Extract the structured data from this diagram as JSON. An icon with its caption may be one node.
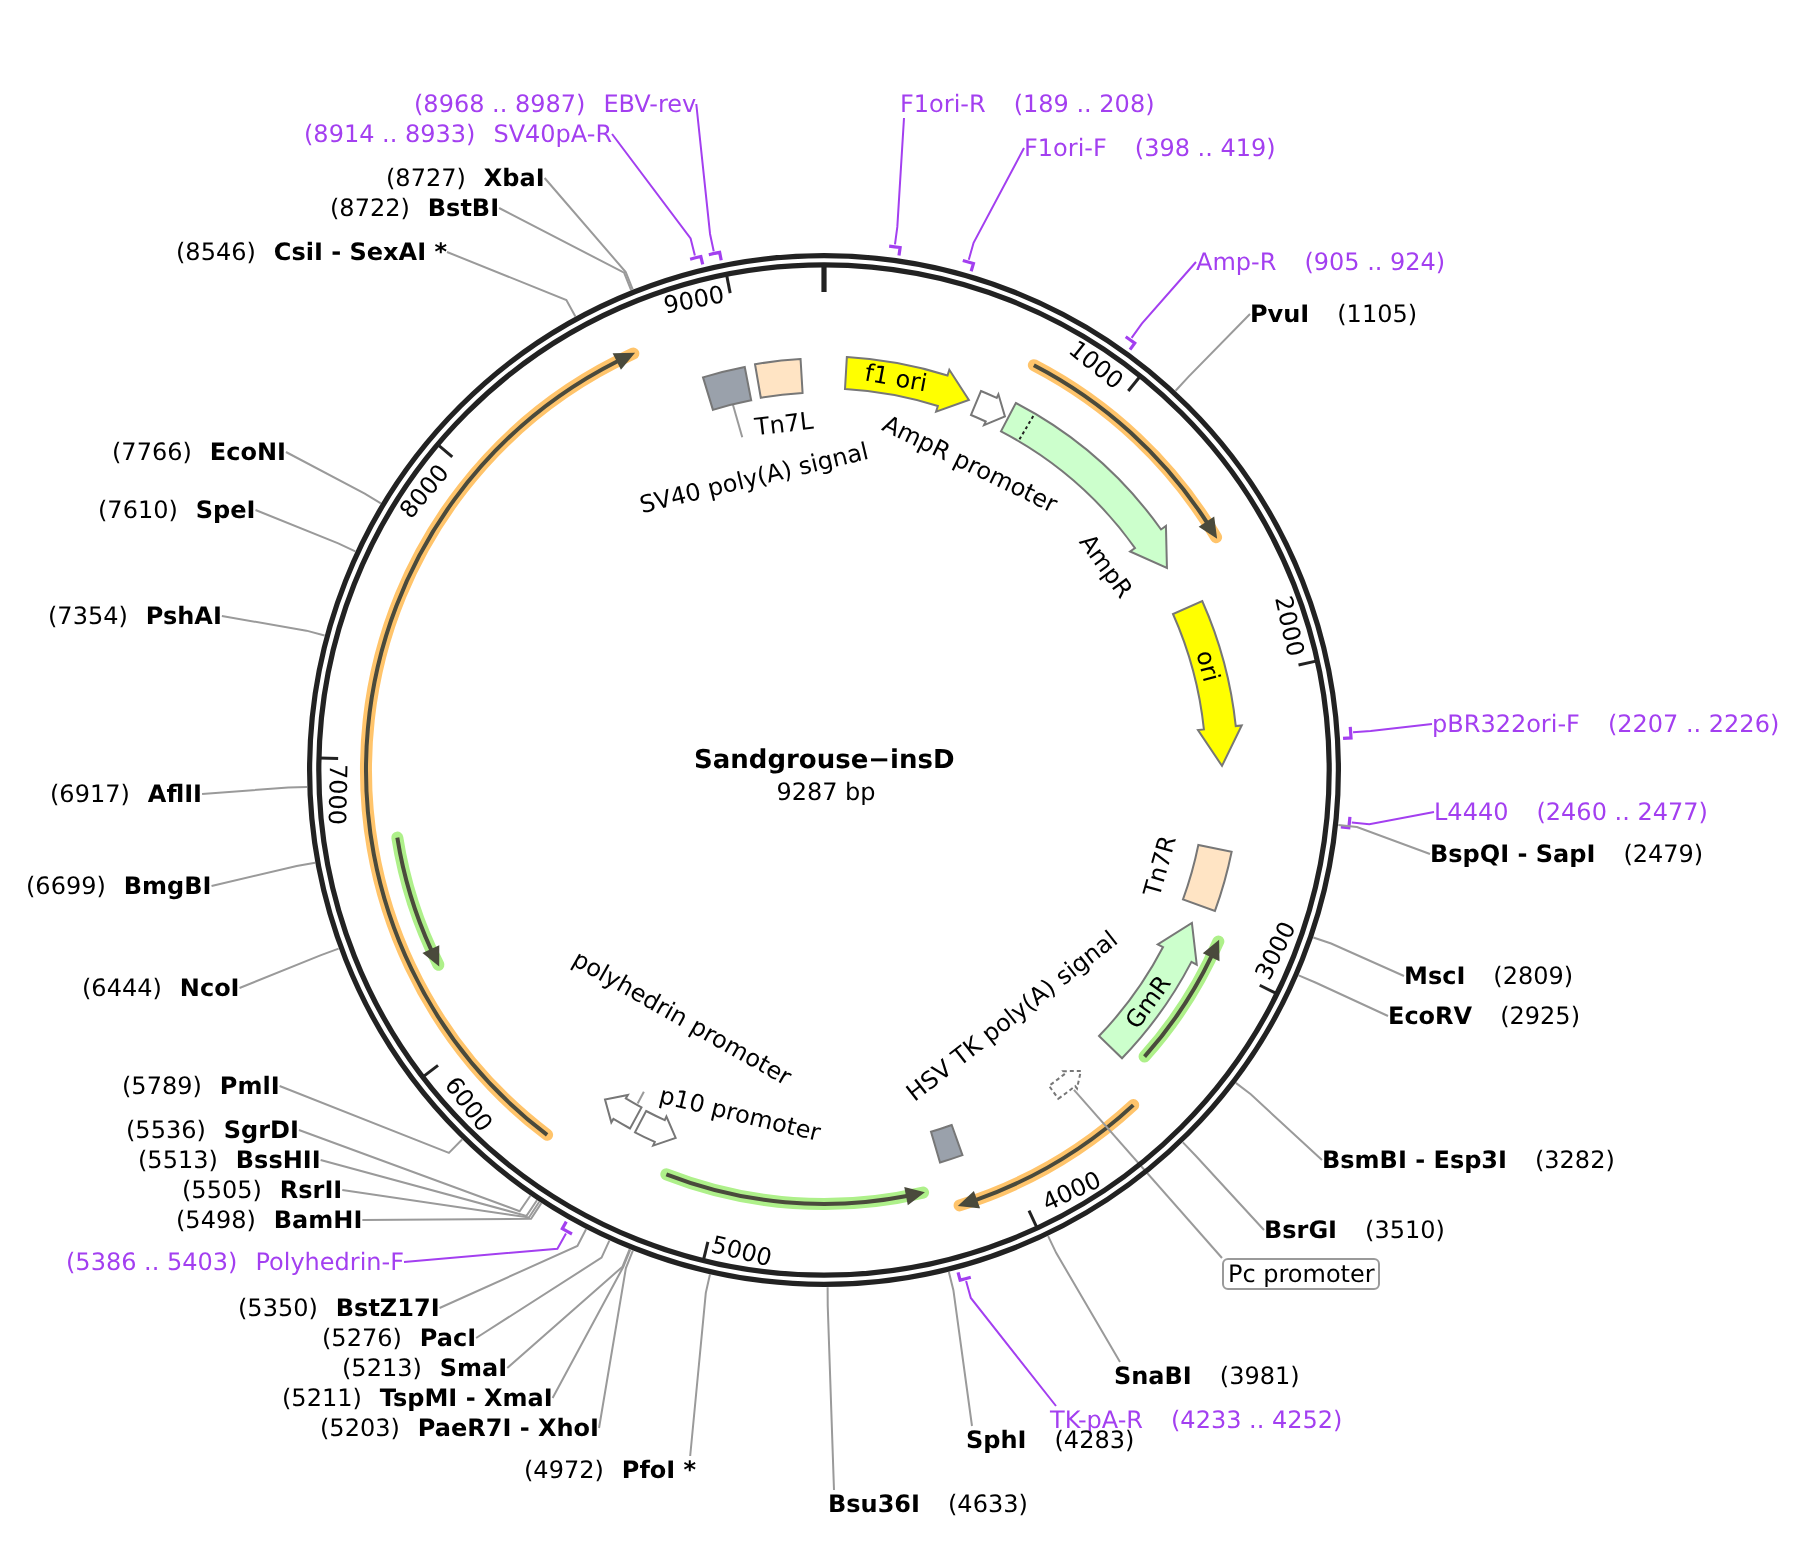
{
  "diagram": {
    "title": "Sandgrouse−insD",
    "nodes": [
      {
        "text": [],
        "shape": "circle"
      },
      {
        "text": [
          "F1ori-R",
          "(189 .. 208)"
        ]
      },
      {
        "text": [],
        "shape": "bar"
      },
      {
        "text": [
          "F1ori-F",
          "(398 .. 419)"
        ]
      },
      {
        "text": [],
        "shape": "bar"
      },
      {
        "text": [
          "Amp-R",
          "(905 .. 924)"
        ]
      },
      {
        "text": [],
        "shape": "bar"
      },
      {
        "text": [
          "PvuI",
          "(1105)"
        ]
      },
      {
        "text": [
          "pBR322ori-F",
          "(2207 .. 2226)"
        ]
      },
      {
        "text": [],
        "shape": "bar"
      },
      {
        "text": [
          "L4440",
          "(2460 .. 2477)"
        ]
      },
      {
        "text": [],
        "shape": "bar"
      },
      {
        "text": [
          "BspQI - SapI",
          "(2479)"
        ]
      },
      {
        "text": [
          "MscI",
          "(2809)"
        ]
      },
      {
        "text": [
          "EcoRV",
          "(2925)"
        ]
      },
      {
        "text": [
          "BsmBI - Esp3I",
          "(3282)"
        ]
      },
      {
        "text": [
          "BsrGI",
          "(3510)"
        ]
      },
      {
        "text": [
          "Pc promoter"
        ]
      },
      {
        "text": [
          "SnaBI",
          "(3981)"
        ]
      },
      {
        "text": [
          "TK-pA-R",
          "(4233 .. 4252)"
        ]
      },
      {
        "text": [],
        "shape": "bar"
      },
      {
        "text": [
          "SphI",
          "(4283)"
        ]
      },
      {
        "text": [
          "Bsu36I",
          "(4633)"
        ]
      },
      {
        "text": [
          "(4972)",
          "PfoI *"
        ]
      },
      {
        "text": [
          "(5203)",
          "PaeR7I - XhoI"
        ]
      },
      {
        "text": [
          "(5211)",
          "TspMI - XmaI"
        ]
      },
      {
        "text": [
          "(5213)",
          "SmaI"
        ]
      },
      {
        "text": [
          "(5276)",
          "PacI"
        ]
      },
      {
        "text": [
          "(5350)",
          "BstZ17I"
        ]
      },
      {
        "text": [
          "(5386 .. 5403)",
          "Polyhedrin-F"
        ]
      },
      {
        "text": [],
        "shape": "bar"
      },
      {
        "text": [
          "(5498)",
          "BamHI"
        ]
      },
      {
        "text": [
          "(5505)",
          "RsrII"
        ]
      },
      {
        "text": [
          "(5513)",
          "BssHII"
        ]
      },
      {
        "text": [
          "(5536)",
          "SgrDI"
        ]
      },
      {
        "text": [
          "(5789)",
          "PmlI"
        ]
      },
      {
        "text": [
          "(6444)",
          "NcoI"
        ]
      },
      {
        "text": [
          "(6699)",
          "BmgBI"
        ]
      },
      {
        "text": [
          "(6917)",
          "AflII"
        ]
      },
      {
        "text": [
          "(7354)",
          "PshAI"
        ]
      },
      {
        "text": [
          "(7610)",
          "SpeI"
        ]
      },
      {
        "text": [
          "(7766)",
          "EcoNI"
        ]
      },
      {
        "text": [
          "(8546)",
          "CsiI - SexAI *"
        ]
      },
      {
        "text": [
          "(8722)",
          "BstBI"
        ]
      },
      {
        "text": [
          "(8727)",
          "XbaI"
        ]
      },
      {
        "text": [
          "(8914 .. 8933)",
          "SV40pA-R"
        ]
      },
      {
        "text": [],
        "shape": "bar"
      },
      {
        "text": [
          "(8968 .. 8987)",
          "EBV-rev"
        ]
      },
      {
        "text": [],
        "shape": "bar"
      },
      {
        "text": [
          "f1 ori"
        ],
        "in": 0
      },
      {
        "text": [
          "AmpR promoter"
        ],
        "in": 0
      },
      {
        "text": [
          "AmpR"
        ],
        "in": 0
      },
      {
        "text": [
          "ori"
        ],
        "in": 0
      },
      {
        "text": [
          "Tn7R"
        ],
        "in": 0
      },
      {
        "text": [
          "GmR"
        ],
        "in": 0
      },
      {
        "text": [
          "HSV TK poly(A) signal"
        ],
        "in": 0
      },
      {
        "text": [],
        "shape": "arrow",
        "in": 0
      },
      {
        "text": [
          "polyhedrin promoter"
        ],
        "in": 0
      },
      {
        "text": [],
        "shape": "arrow",
        "in": 0
      },
      {
        "text": [
          "p10 promoter"
        ],
        "in": 0
      },
      {
        "text": [
          "SV40 poly(A) signal"
        ],
        "in": 0
      },
      {
        "text": [],
        "shape": "box",
        "in": 0
      },
      {
        "text": [
          "Tn7L"
        ],
        "in": 0
      }
    ],
    "edges": [
      {
        "from": 1,
        "to": 2,
        "arrow": "none",
        "color": "#a33ff0"
      },
      {
        "from": 3,
        "to": 4,
        "arrow": "none",
        "color": "#a33ff0"
      },
      {
        "from": 5,
        "to": 6,
        "arrow": "none",
        "color": "#a33ff0"
      },
      {
        "from": 7,
        "to": 0,
        "arrow": "none"
      },
      {
        "from": 8,
        "to": 9,
        "arrow": "none",
        "color": "#a33ff0"
      },
      {
        "from": 10,
        "to": 11,
        "arrow": "none",
        "color": "#a33ff0"
      },
      {
        "from": 12,
        "to": 0,
        "arrow": "none"
      },
      {
        "from": 13,
        "to": 0,
        "arrow": "none"
      },
      {
        "from": 14,
        "to": 0,
        "arrow": "none"
      },
      {
        "from": 15,
        "to": 0,
        "arrow": "none"
      },
      {
        "from": 16,
        "to": 0,
        "arrow": "none"
      },
      {
        "from": 17,
        "to": 56,
        "arrow": "none"
      },
      {
        "from": 18,
        "to": 0,
        "arrow": "none"
      },
      {
        "from": 19,
        "to": 20,
        "arrow": "none",
        "color": "#a33ff0"
      },
      {
        "from": 21,
        "to": 0,
        "arrow": "none"
      },
      {
        "from": 22,
        "to": 0,
        "arrow": "none"
      },
      {
        "from": 23,
        "to": 0,
        "arrow": "none"
      },
      {
        "from": 24,
        "to": 0,
        "arrow": "none"
      },
      {
        "from": 25,
        "to": 0,
        "arrow": "none"
      },
      {
        "from": 26,
        "to": 0,
        "arrow": "none"
      },
      {
        "from": 27,
        "to": 0,
        "arrow": "none"
      },
      {
        "from": 28,
        "to": 0,
        "arrow": "none"
      },
      {
        "from": 29,
        "to": 30,
        "arrow": "none",
        "color": "#a33ff0"
      },
      {
        "from": 31,
        "to": 0,
        "arrow": "none"
      },
      {
        "from": 32,
        "to": 0,
        "arrow": "none"
      },
      {
        "from": 33,
        "to": 0,
        "arrow": "none"
      },
      {
        "from": 34,
        "to": 0,
        "arrow": "none"
      },
      {
        "from": 35,
        "to": 0,
        "arrow": "none"
      },
      {
        "from": 36,
        "to": 0,
        "arrow": "none"
      },
      {
        "from": 37,
        "to": 0,
        "arrow": "none"
      },
      {
        "from": 38,
        "to": 0,
        "arrow": "none"
      },
      {
        "from": 39,
        "to": 0,
        "arrow": "none"
      },
      {
        "from": 40,
        "to": 0,
        "arrow": "none"
      },
      {
        "from": 41,
        "to": 0,
        "arrow": "none"
      },
      {
        "from": 42,
        "to": 0,
        "arrow": "none"
      },
      {
        "from": 43,
        "to": 0,
        "arrow": "none"
      },
      {
        "from": 44,
        "to": 0,
        "arrow": "none"
      },
      {
        "from": 45,
        "to": 46,
        "arrow": "none",
        "color": "#a33ff0"
      },
      {
        "from": 47,
        "to": 48,
        "arrow": "none",
        "color": "#a33ff0"
      },
      {
        "from": 57,
        "to": 58,
        "arrow": "none"
      },
      {
        "from": 60,
        "to": 61,
        "arrow": "none"
      }
    ],
    "labels": [
      "9000",
      "1000",
      "8000",
      "2000",
      "7000",
      "9287 bp",
      "3000",
      "6000",
      "4000",
      "5000"
    ]
  }
}
